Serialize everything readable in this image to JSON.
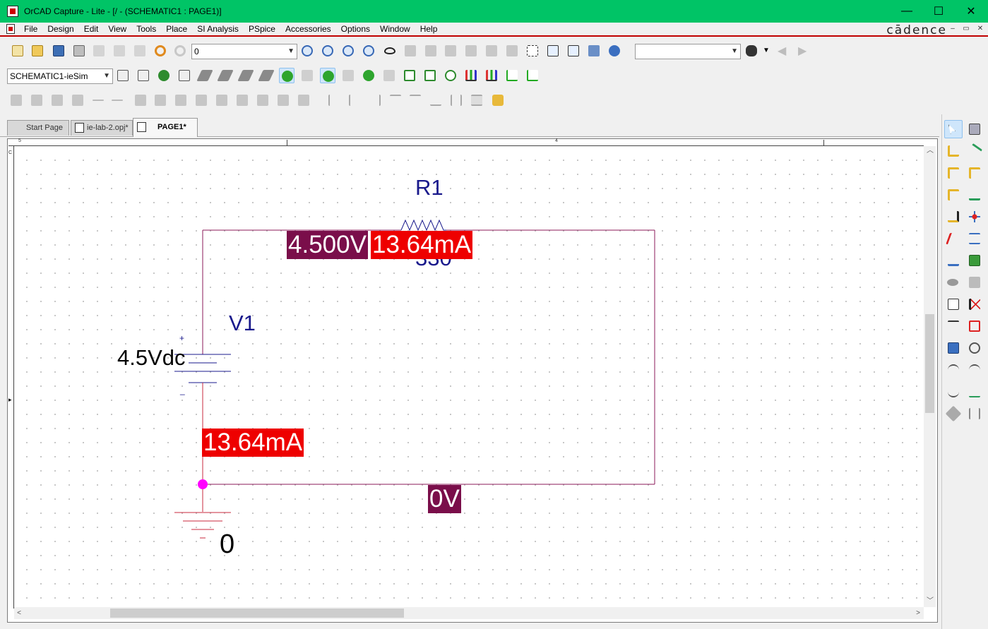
{
  "window": {
    "title": "OrCAD Capture - Lite - [/ - (SCHEMATIC1 : PAGE1)]",
    "minimize": "—",
    "maximize": "☐",
    "close": "✕"
  },
  "menu": [
    "File",
    "Design",
    "Edit",
    "View",
    "Tools",
    "Place",
    "SI Analysis",
    "PSpice",
    "Accessories",
    "Options",
    "Window",
    "Help"
  ],
  "brand": "cādence",
  "mdi_buttons": [
    "–",
    "▭",
    "✕"
  ],
  "toolbar": {
    "part_combo_value": "0",
    "search_combo_value": "",
    "profile_combo_value": "SCHEMATIC1-ieSim"
  },
  "tabs": [
    {
      "label": "Start Page",
      "active": false
    },
    {
      "label": "ie-lab-2.opj*",
      "active": false
    },
    {
      "label": "PAGE1*",
      "active": true
    }
  ],
  "ruler": {
    "left_mark": "5",
    "mid_mark": "4",
    "side_mark": "C"
  },
  "schematic": {
    "resistor": {
      "ref": "R1",
      "value": "330"
    },
    "source": {
      "ref": "V1",
      "value": "4.5Vdc",
      "plus": "+",
      "minus": "_"
    },
    "ground": {
      "label": "0"
    },
    "bias_voltage_top": "4.500V",
    "bias_current_resistor": "13.64mA",
    "bias_current_source": "13.64mA",
    "bias_voltage_bottom": "0V"
  },
  "colors": {
    "titlebar": "#00c466",
    "wire": "#8b1a5a",
    "voltage_label_bg": "#7a0e4a",
    "current_label_bg": "#ee0000",
    "part_text": "#1a1a8c",
    "node_dot": "#ff00ff"
  }
}
